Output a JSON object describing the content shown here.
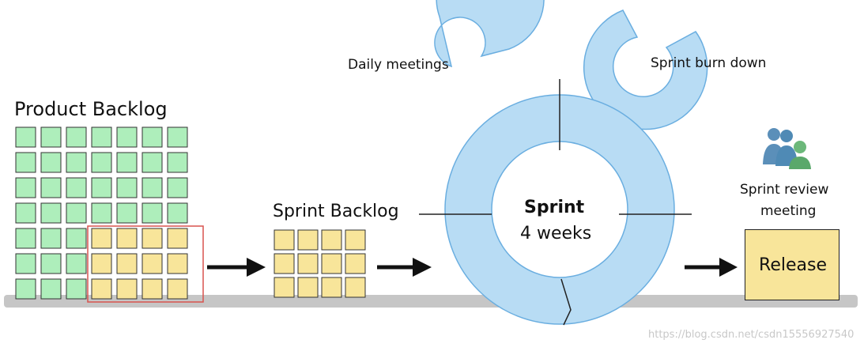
{
  "product_backlog": {
    "title": "Product Backlog",
    "cols": 7,
    "rows": 7,
    "selected_cols": 4,
    "selected_rows": 3
  },
  "sprint_backlog": {
    "title": "Sprint Backlog",
    "cols": 4,
    "rows": 3
  },
  "sprint": {
    "name": "Sprint",
    "duration": "4 weeks"
  },
  "daily_meetings": {
    "label": "Daily meetings"
  },
  "burn_down": {
    "label": "Sprint burn down"
  },
  "review": {
    "line1": "Sprint review",
    "line2": "meeting"
  },
  "release": {
    "label": "Release"
  },
  "watermark": "https://blog.csdn.net/csdn15556927540",
  "colors": {
    "green": "#aeeebb",
    "yellow": "#f8e59a",
    "blue": "#b8dcf4",
    "selection": "#d9534f",
    "baseline": "#c6c6c6"
  }
}
